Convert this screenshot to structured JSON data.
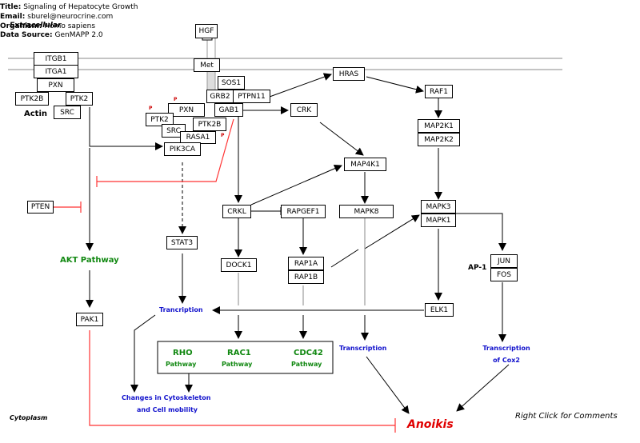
{
  "header": {
    "title_label": "Title:",
    "title": "Signaling of Hepatocyte Growth",
    "email_label": "Email:",
    "email": "sburel@neurocrine.com",
    "organism_label": "Organism:",
    "organism": "Homo sapiens",
    "datasource_label": "Data Source:",
    "datasource": "GenMAPP 2.0"
  },
  "compartments": {
    "extracellular": "Extracellular",
    "cytoplasm": "Cytoplasm"
  },
  "genes": {
    "hgf": "HGF",
    "met": "Met",
    "itgb1": "ITGB1",
    "itga1": "ITGA1",
    "pxn_top": "PXN",
    "ptk2b_left": "PTK2B",
    "ptk2_left": "PTK2",
    "src_left": "SRC",
    "sos1": "SOS1",
    "grb2": "GRB2",
    "ptpn11": "PTPN11",
    "gab1": "GAB1",
    "pxn_mid": "PXN",
    "ptk2_mid": "PTK2",
    "src_mid": "SRC",
    "ptk2b_mid": "PTK2B",
    "rasa1": "RASA1",
    "pik3ca": "PIK3CA",
    "hras": "HRAS",
    "raf1": "RAF1",
    "crk": "CRK",
    "map2k1": "MAP2K1",
    "map2k2": "MAP2K2",
    "map4k1": "MAP4K1",
    "pten": "PTEN",
    "crkl": "CRKL",
    "rapgef1": "RAPGEF1",
    "mapk8": "MAPK8",
    "mapk3": "MAPK3",
    "mapk1": "MAPK1",
    "stat3": "STAT3",
    "dock1": "DOCK1",
    "rap1a": "RAP1A",
    "rap1b": "RAP1B",
    "jun": "JUN",
    "fos": "FOS",
    "elk1": "ELK1",
    "pak1": "PAK1"
  },
  "labels": {
    "actin": "Actin",
    "akt_pathway": "AKT Pathway",
    "ap1": "AP-1",
    "transcription_left": "Trancription",
    "transcription_mid": "Transcription",
    "transcription_cox2_line1": "Transcription",
    "transcription_cox2_line2": "of Cox2",
    "rho": "RHO",
    "rho_pathway": "Pathway",
    "rac1": "RAC1",
    "rac1_pathway": "Pathway",
    "cdc42": "CDC42",
    "cdc42_pathway": "Pathway",
    "cytoskeleton_line1": "Changes in Cytoskeleton",
    "cytoskeleton_line2": "and Cell mobility",
    "anoikis": "Anoikis",
    "comments": "Right Click for Comments",
    "phospho": "P"
  },
  "colors": {
    "activation": "#000000",
    "inhibition": "#ff3333",
    "pathway_green": "#118811",
    "process_blue": "#1111cc",
    "anoikis_red": "#e00000"
  }
}
